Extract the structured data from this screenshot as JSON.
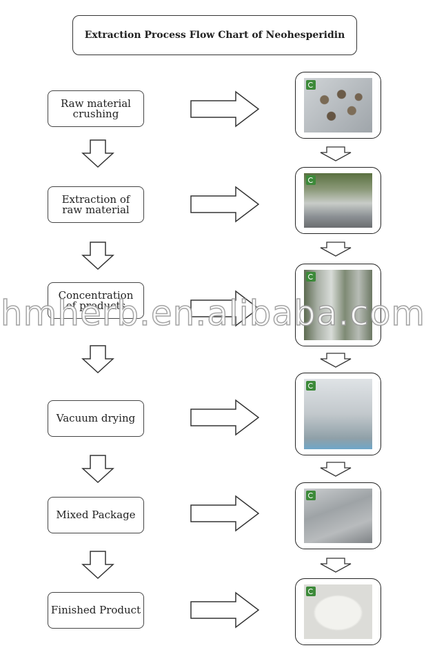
{
  "title": "Extraction Process Flow Chart of Neohesperidin",
  "steps": [
    {
      "line1": "Raw material",
      "line2": "crushing"
    },
    {
      "line1": "Extraction of",
      "line2": "raw material"
    },
    {
      "line1": "Concentration",
      "line2": "of products"
    },
    {
      "line1": "Vacuum drying",
      "line2": ""
    },
    {
      "line1": "Mixed Package",
      "line2": ""
    },
    {
      "line1": "Finished Product",
      "line2": ""
    }
  ],
  "photos": [
    {
      "icon": "dried-fruit-pile-photo"
    },
    {
      "icon": "extraction-tanks-photo"
    },
    {
      "icon": "concentration-equipment-photo"
    },
    {
      "icon": "vacuum-dryer-worker-photo"
    },
    {
      "icon": "mixing-machine-worker-photo"
    },
    {
      "icon": "white-powder-photo"
    }
  ],
  "watermark": "hmherb.en.alibaba.com",
  "colors": {
    "logo": "#3d8a3a",
    "frame": "#222222"
  }
}
